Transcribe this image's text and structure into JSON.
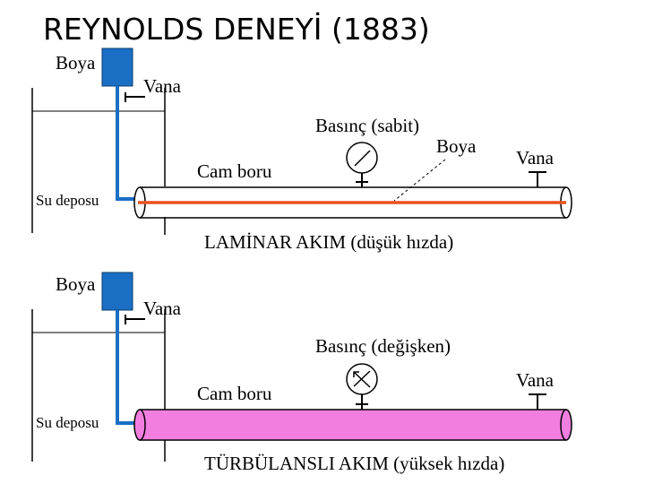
{
  "title": "REYNOLDS DENEYİ (1883)",
  "colors": {
    "dye_tank": "#1a6fc4",
    "dye_tube": "#1a6fc4",
    "laminar_streak": "#e8521e",
    "turbulent_fill": "#f27fe0",
    "pipe_line": "#000000"
  },
  "laminar": {
    "dye_label": "Boya",
    "valve_label": "Vana",
    "gauge_label": "Basınç (sabit)",
    "pipe_dye_label": "Boya",
    "outlet_valve_label": "Vana",
    "pipe_label": "Cam boru",
    "tank_label": "Su deposu",
    "caption": "LAMİNAR AKIM (düşük hızda)",
    "gauge_icon": "pressure-gauge-icon"
  },
  "turbulent": {
    "dye_label": "Boya",
    "valve_label": "Vana",
    "gauge_label": "Basınç (değişken)",
    "outlet_valve_label": "Vana",
    "pipe_label": "Cam boru",
    "tank_label": "Su deposu",
    "caption": "TÜRBÜLANSLI AKIM (yüksek hızda)",
    "gauge_icon": "pressure-gauge-icon"
  }
}
